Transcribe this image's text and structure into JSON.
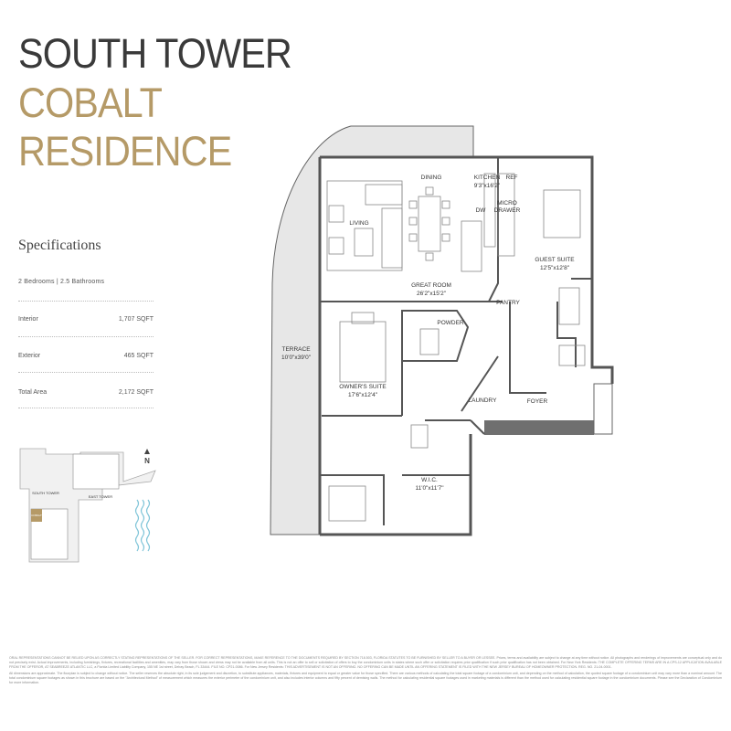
{
  "title": {
    "line1": "SOUTH TOWER",
    "line2": "COBALT",
    "line3": "RESIDENCE"
  },
  "colors": {
    "gold": "#b59a67",
    "dark": "#3a3a3a",
    "terrace": "#e7e7e7",
    "wall": "#6f6f6f"
  },
  "specs": {
    "heading": "Specifications",
    "summary": "2 Bedrooms | 2.5 Bathrooms",
    "rows": [
      {
        "label": "Interior",
        "value": "1,707 SQFT"
      },
      {
        "label": "Exterior",
        "value": "465 SQFT"
      },
      {
        "label": "Total Area",
        "value": "2,172 SQFT"
      }
    ]
  },
  "plan": {
    "rooms": {
      "dining": "DINING",
      "kitchen": "KITCHEN",
      "kitchen_dim": "9'3\"x16'2\"",
      "ref": "REF",
      "dw": "DW",
      "micro": "MICRO",
      "drawer": "DRAWER",
      "living": "LIVING",
      "great_room": "GREAT ROOM",
      "great_room_dim": "26'2\"x15'2\"",
      "guest_suite": "GUEST SUITE",
      "guest_suite_dim": "12'5\"x12'8\"",
      "pantry": "PANTRY",
      "powder": "POWDER",
      "terrace": "TERRACE",
      "terrace_dim": "10'0\"x39'0\"",
      "owners_suite": "OWNER'S SUITE",
      "owners_suite_dim": "17'6\"x12'4\"",
      "laundry": "LAUNDRY",
      "foyer": "FOYER",
      "wic": "W.I.C.",
      "wic_dim": "11'0\"x11'7\""
    }
  },
  "keyplan": {
    "north": "N",
    "south_tower": "SOUTH TOWER",
    "east_tower": "EAST TOWER",
    "unit": "COBALT"
  },
  "disclaimer": {
    "p1": "ORAL REPRESENTATIONS CANNOT BE RELIED UPON AS CORRECTLY STATING REPRESENTATIONS OF THE SELLER. FOR CORRECT REPRESENTATIONS, MAKE REFERENCE TO THE DOCUMENTS REQUIRED BY SECTION 718.503, FLORIDA STATUTES TO BE FURNISHED BY SELLER TO A BUYER OR LESSEE. Prices, terms and availability are subject to change at any time without notice. All photographs and renderings of improvements are conceptual only and do not precisely exist. Actual improvements, including furnishings, fixtures, recreational facilities and amenities, may vary from those shown and views may not be available from all units. This is not an offer to sell or solicitation of offers to buy the condominium units in states where such offer or solicitation requires prior qualification if such prior qualification has not been obtained. For New York Residents: THE COMPLETE OFFERING TERMS ARE IN A CPS-12 APPLICATION AVAILABLE FROM THE OFFEROR, AT SEABREEZE ATLANTIC LLC, a Florida Limited Liability Company, 155 NE 1st street, Delray Beach, FL 33444. FILE NO. CP21-0086. For New Jersey Residents: THIS ADVERTISEMENT IS NOT AN OFFERING. NO OFFERING CAN BE MADE UNTIL AN OFFERING STATEMENT IS FILED WITH THE NEW JERSEY BUREAU OF HOMEOWNER PROTECTION. REG. NO. 21-04-0001.",
    "p2": "All dimensions are approximate. The floorplan is subject to change without notice. The seller reserves the absolute right, in its sole judgement and discretion, to substitute appliances, materials, fixtures and equipment to equal or greater value for those specified. There are various methods of calculating the total square footage of a condominium unit, and depending on the method of calculation, the quoted square footage of a condominium unit may vary more than a nominal amount. The total condominium square footages as shown in this brochure are based on the \"Architectural Method\" of measurement which measures the exterior perimeter of the condominium unit, and also includes interior columns and fifty percent of demising walls. The method for calculating residential square footages used in marketing materials is different than the method used for calculating residential square footage in the condominium documents. Please see the Declaration of Condominium for more information."
  }
}
